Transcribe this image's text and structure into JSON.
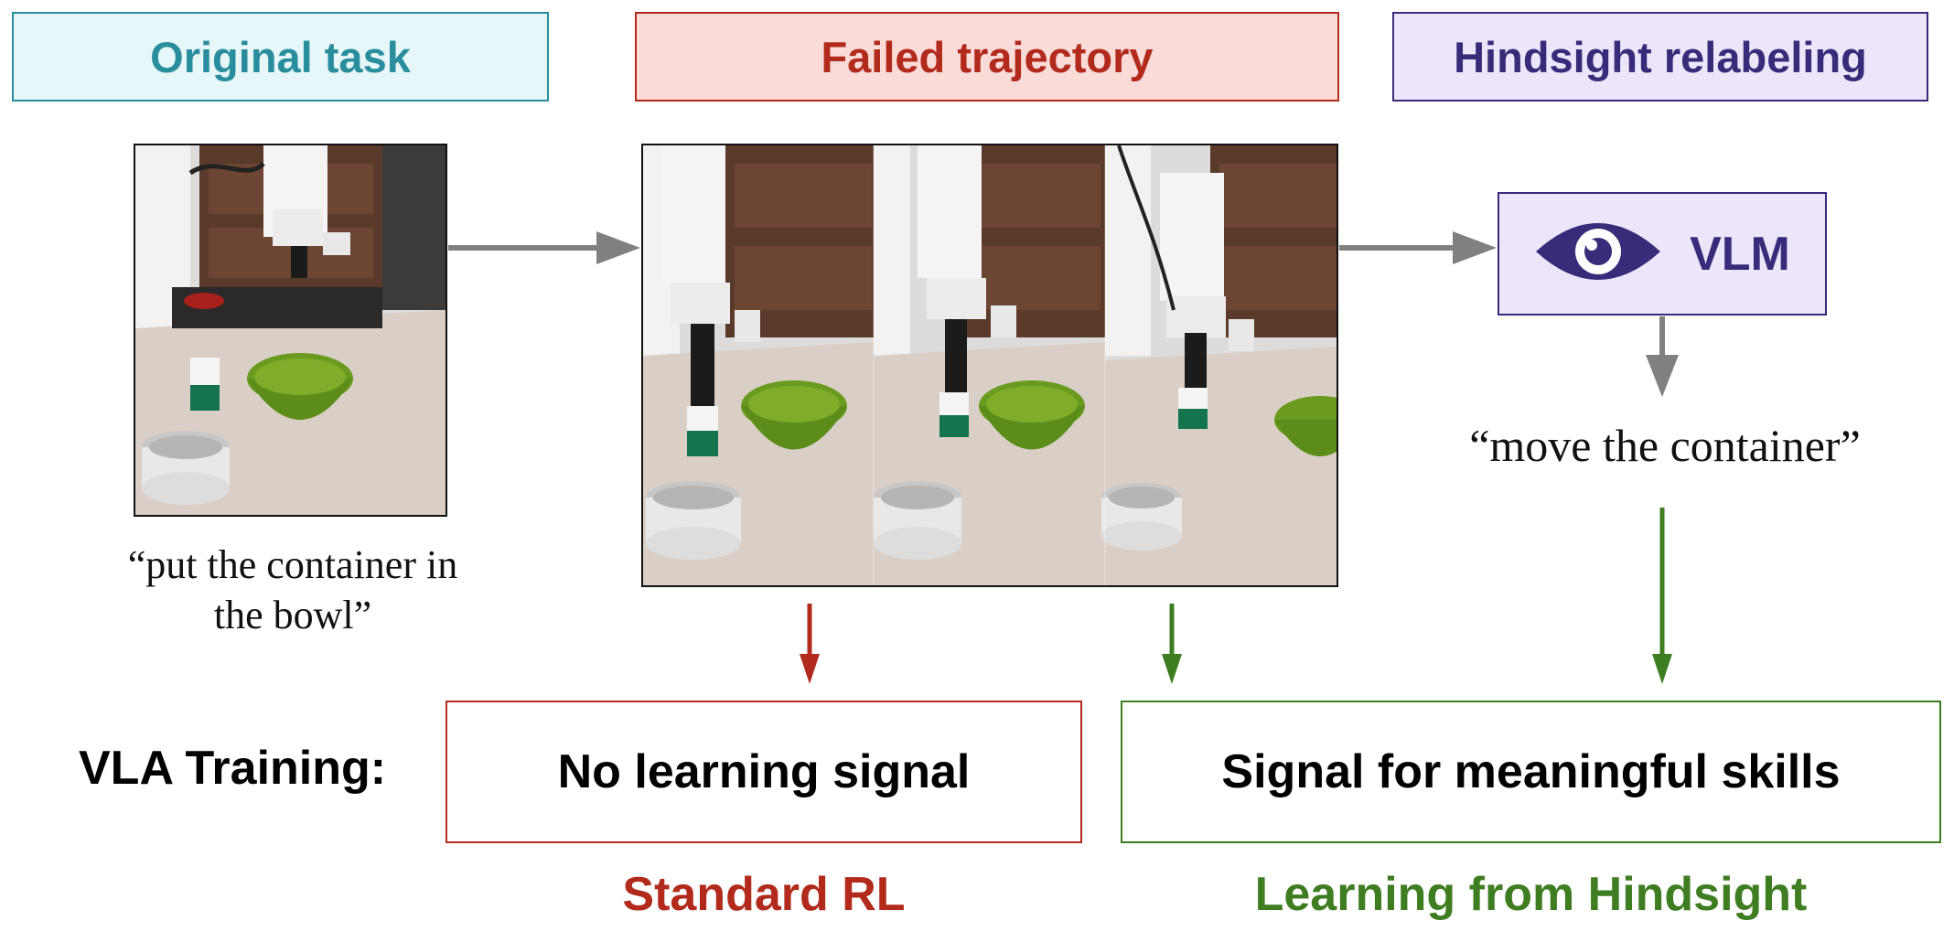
{
  "headers": {
    "original_task": "Original task",
    "failed_trajectory": "Failed trajectory",
    "hindsight_relabeling": "Hindsight relabeling"
  },
  "instructions": {
    "original_line1": "“put the container in",
    "original_line2": "the bowl”",
    "relabeled": "“move the container”"
  },
  "vlm": {
    "label": "VLM",
    "icon": "eye-icon"
  },
  "training": {
    "label": "VLA Training:",
    "no_signal": "No learning signal",
    "meaningful_signal": "Signal for meaningful skills"
  },
  "methods": {
    "standard": "Standard RL",
    "hindsight": "Learning from Hindsight"
  },
  "colors": {
    "teal": "#2a8d9e",
    "teal_bg": "#e6f6f9",
    "red": "#b22a1c",
    "red_bg": "#fadbd8",
    "purple": "#3a2a7a",
    "purple_bg": "#ede6fb",
    "green": "#3e7d22",
    "arrow_gray": "#808080"
  }
}
